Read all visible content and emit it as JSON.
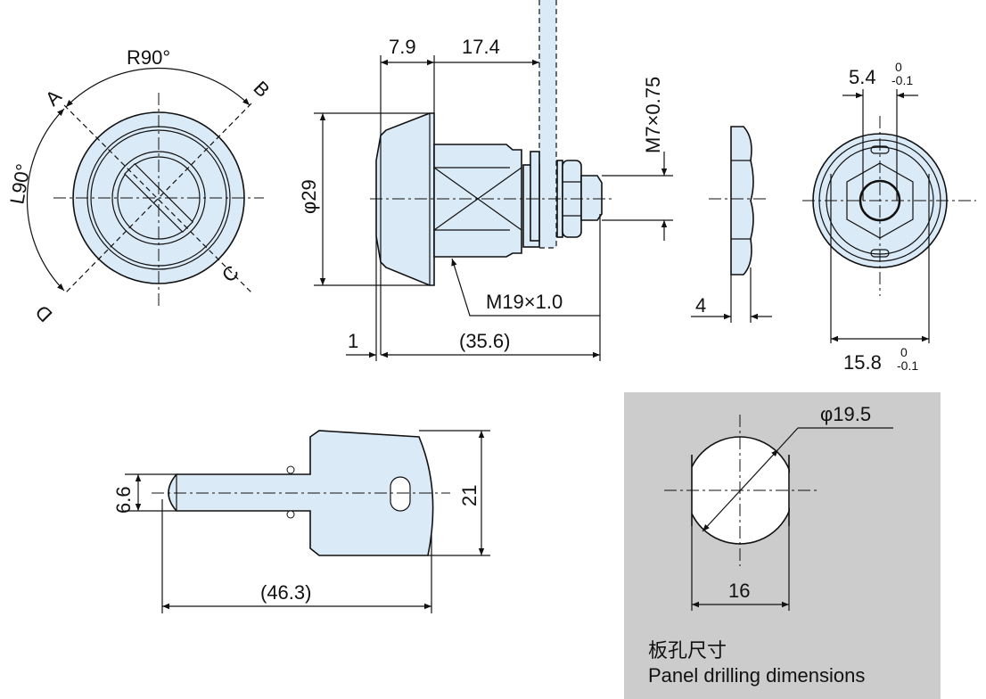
{
  "front_view": {
    "angle_right": "R90°",
    "angle_left": "L90°",
    "pos_a": "A",
    "pos_b": "B",
    "pos_c": "C",
    "pos_d": "D"
  },
  "side_view": {
    "dim_flange": "7.9",
    "dim_body": "17.4",
    "dim_dia": "φ29",
    "dim_thread_small": "M7×0.75",
    "dim_thread": "M19×1.0",
    "dim_offset": "1",
    "dim_length": "(35.6)"
  },
  "nut_view": {
    "dim_thickness": "4"
  },
  "rear_view": {
    "dim_slot": "5.4",
    "dim_slot_tol_upper": "0",
    "dim_slot_tol_lower": "-0.1",
    "dim_width": "15.8",
    "dim_width_tol_upper": "0",
    "dim_width_tol_lower": "-0.1"
  },
  "key": {
    "dim_shaft": "6.6",
    "dim_head": "21",
    "dim_length": "(46.3)"
  },
  "panel_cutout": {
    "dim_dia": "φ19.5",
    "dim_width": "16",
    "title_jp": "板孔尺寸",
    "title_en": "Panel drilling dimensions",
    "background": "#cccccc"
  },
  "colors": {
    "part_fill": "#dbeaf7"
  }
}
